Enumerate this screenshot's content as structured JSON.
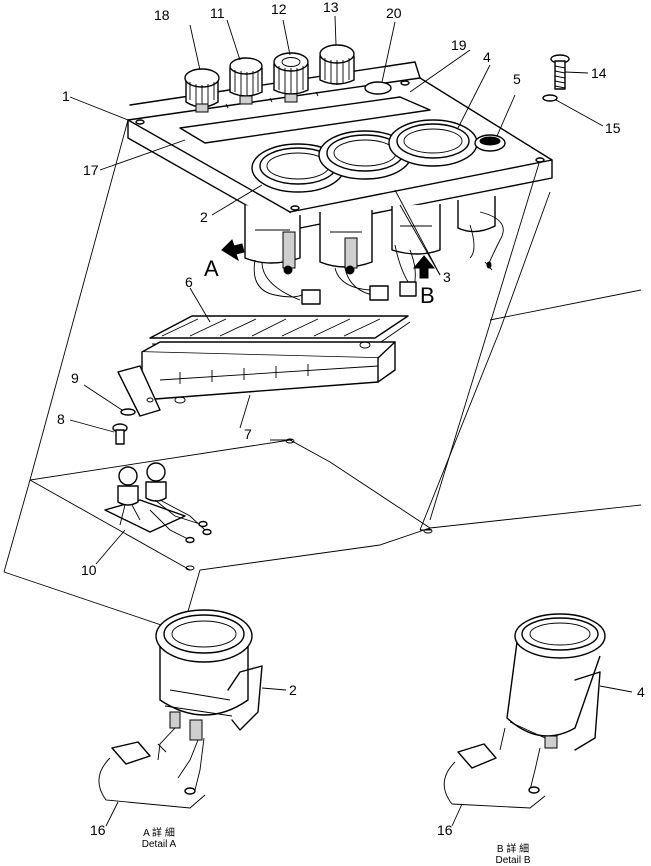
{
  "callouts": {
    "n1": "1",
    "n2": "2",
    "n3": "3",
    "n4": "4",
    "n5": "5",
    "n6": "6",
    "n7": "7",
    "n8": "8",
    "n9": "9",
    "n10": "10",
    "n11": "11",
    "n12": "12",
    "n13": "13",
    "n14": "14",
    "n15": "15",
    "n16": "16",
    "n17": "17",
    "n18": "18",
    "n19": "19",
    "n20": "20",
    "n2b": "2",
    "n4b": "4",
    "n16b": "16"
  },
  "view_markers": {
    "a": "A",
    "b": "B"
  },
  "captions": {
    "detail_a_jp": "A 詳 細",
    "detail_a_en": "Detail A",
    "detail_b_jp": "B 詳 細",
    "detail_b_en": "Detail B"
  }
}
